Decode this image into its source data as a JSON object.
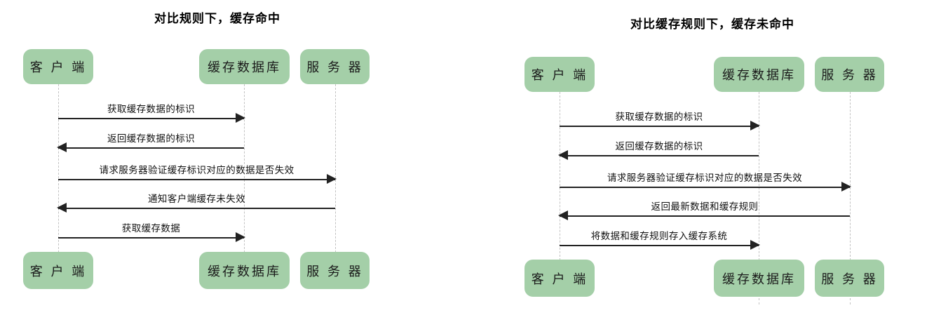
{
  "page": {
    "background_color": "#ffffff",
    "actor_fill_color": "#a4cfa8",
    "arrow_color": "#222222",
    "lifeline_color": "#c2c2c2"
  },
  "diagrams": [
    {
      "id": "cache-hit",
      "title": "对比规则下，缓存命中",
      "actors": [
        {
          "name": "client",
          "label": "客 户 端"
        },
        {
          "name": "cache-database",
          "label": "缓存数据库"
        },
        {
          "name": "server",
          "label": "服 务 器"
        }
      ],
      "messages": [
        {
          "label": "获取缓存数据的标识",
          "from": "client",
          "to": "cache-database",
          "direction": "right"
        },
        {
          "label": "返回缓存数据的标识",
          "from": "cache-database",
          "to": "client",
          "direction": "left"
        },
        {
          "label": "请求服务器验证缓存标识对应的数据是否失效",
          "from": "client",
          "to": "server",
          "direction": "right"
        },
        {
          "label": "通知客户端缓存未失效",
          "from": "server",
          "to": "client",
          "direction": "left"
        },
        {
          "label": "获取缓存数据",
          "from": "client",
          "to": "cache-database",
          "direction": "right"
        }
      ]
    },
    {
      "id": "cache-miss",
      "title": "对比缓存规则下，缓存未命中",
      "actors": [
        {
          "name": "client",
          "label": "客 户 端"
        },
        {
          "name": "cache-database",
          "label": "缓存数据库"
        },
        {
          "name": "server",
          "label": "服 务 器"
        }
      ],
      "messages": [
        {
          "label": "获取缓存数据的标识",
          "from": "client",
          "to": "cache-database",
          "direction": "right"
        },
        {
          "label": "返回缓存数据的标识",
          "from": "cache-database",
          "to": "client",
          "direction": "left"
        },
        {
          "label": "请求服务器验证缓存标识对应的数据是否失效",
          "from": "client",
          "to": "server",
          "direction": "right"
        },
        {
          "label": "返回最新数据和缓存规则",
          "from": "server",
          "to": "client",
          "direction": "left"
        },
        {
          "label": "将数据和缓存规则存入缓存系统",
          "from": "client",
          "to": "cache-database",
          "direction": "right"
        }
      ]
    }
  ]
}
